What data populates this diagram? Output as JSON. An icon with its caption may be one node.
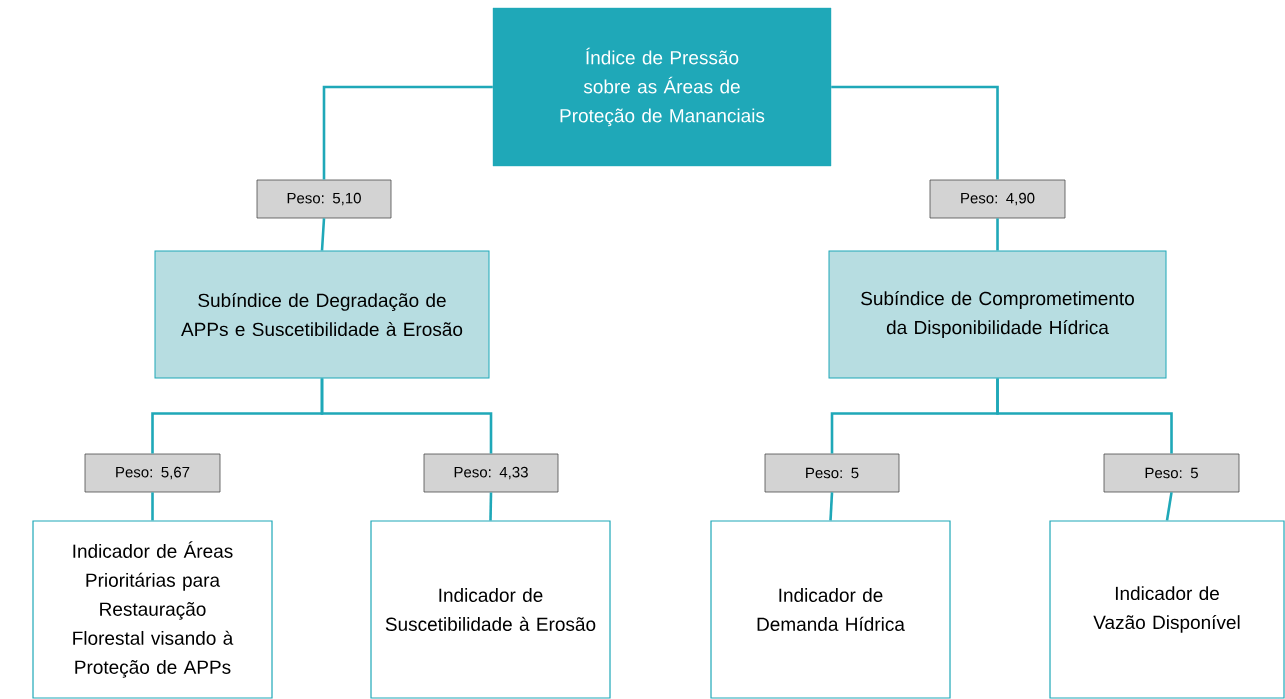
{
  "diagram": {
    "nodes": [
      {
        "text": [
          "Índice de Pressão sobre as Áreas de Proteção de Mananciais"
        ]
      },
      {
        "text": [
          "Peso: 5,10"
        ]
      },
      {
        "text": [
          "Peso: 4,90"
        ]
      },
      {
        "text": [
          "Subíndice de Degradação de APPs e Suscetibilidade à Erosão"
        ]
      },
      {
        "text": [
          "Subíndice de Comprometimento da Disponibilidade Hídrica"
        ]
      },
      {
        "text": [
          "Peso: 5,67"
        ]
      },
      {
        "text": [
          "Peso: 4,33"
        ]
      },
      {
        "text": [
          "Peso: 5"
        ]
      },
      {
        "text": [
          "Peso: 5"
        ]
      },
      {
        "text": [
          "Indicador de Áreas Prioritárias para Restauração Florestal visando à Proteção de APPs"
        ]
      },
      {
        "text": [
          "Indicador de Suscetibilidade à Erosão"
        ]
      },
      {
        "text": [
          "Indicador de Demanda Hídrica"
        ]
      },
      {
        "text": [
          "Indicador de Vazão Disponível"
        ]
      }
    ],
    "edges": [
      {
        "from": 0,
        "to": 1,
        "arrow": "none"
      },
      {
        "from": 1,
        "to": 3,
        "arrow": "none"
      },
      {
        "from": 0,
        "to": 2,
        "arrow": "none"
      },
      {
        "from": 2,
        "to": 4,
        "arrow": "none"
      },
      {
        "from": 3,
        "to": 5,
        "arrow": "none"
      },
      {
        "from": 5,
        "to": 9,
        "arrow": "none"
      },
      {
        "from": 3,
        "to": 6,
        "arrow": "none"
      },
      {
        "from": 6,
        "to": 10,
        "arrow": "none"
      },
      {
        "from": 4,
        "to": 7,
        "arrow": "none"
      },
      {
        "from": 7,
        "to": 11,
        "arrow": "none"
      },
      {
        "from": 4,
        "to": 8,
        "arrow": "none"
      },
      {
        "from": 8,
        "to": 12,
        "arrow": "none"
      }
    ]
  }
}
